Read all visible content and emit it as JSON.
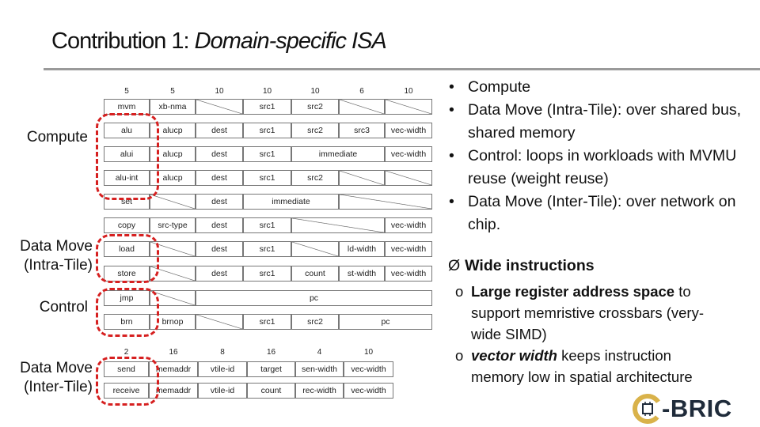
{
  "slide": {
    "title_prefix": "Contribution 1: ",
    "title_italic": "Domain-specific ISA"
  },
  "labels": {
    "compute": "Compute",
    "data_move_intra_line1": "Data Move",
    "data_move_intra_line2": "(Intra-Tile)",
    "control": "Control",
    "data_move_inter_line1": "Data Move",
    "data_move_inter_line2": "(Inter-Tile)"
  },
  "isa_table": {
    "top_widths": [
      "5",
      "5",
      "10",
      "10",
      "10",
      "6",
      "10"
    ],
    "rows": [
      [
        "mvm",
        "xb-nma",
        "",
        "src1",
        "src2",
        "",
        ""
      ],
      [
        "alu",
        "alucp",
        "dest",
        "src1",
        "src2",
        "src3",
        "vec-width"
      ],
      [
        "alui",
        "alucp",
        "dest",
        "src1",
        "immediate",
        "vec-width"
      ],
      [
        "alu-int",
        "alucp",
        "dest",
        "src1",
        "src2",
        "",
        ""
      ],
      [
        "set",
        "",
        "dest",
        "immediate",
        ""
      ],
      [
        "copy",
        "src-type",
        "dest",
        "src1",
        "",
        "vec-width"
      ],
      [
        "load",
        "",
        "dest",
        "src1",
        "",
        "ld-width",
        "vec-width"
      ],
      [
        "store",
        "",
        "dest",
        "src1",
        "count",
        "st-width",
        "vec-width"
      ],
      [
        "jmp",
        "",
        "pc"
      ],
      [
        "brn",
        "brnop",
        "",
        "src1",
        "src2",
        "pc"
      ]
    ],
    "bottom_widths": [
      "2",
      "16",
      "8",
      "16",
      "4",
      "10"
    ],
    "bottom_rows": [
      [
        "send",
        "memaddr",
        "vtile-id",
        "target",
        "sen-width",
        "vec-width"
      ],
      [
        "receive",
        "memaddr",
        "vtile-id",
        "count",
        "rec-width",
        "vec-width"
      ]
    ]
  },
  "bullets": [
    {
      "dot": "•",
      "text": "Compute"
    },
    {
      "dot": "•",
      "text": "Data Move (Intra-Tile): over shared bus, shared memory"
    },
    {
      "dot": "•",
      "text": "Control: loops in workloads with MVMU reuse (weight reuse)"
    },
    {
      "dot": "•",
      "text": "Data Move (Inter-Tile): over network on chip."
    }
  ],
  "wide": {
    "arrow": "Ø",
    "title": "Wide instructions",
    "items": [
      {
        "marker": "o",
        "strong": "Large register address space",
        "rest": " to support memristive crossbars (very-wide SIMD)"
      },
      {
        "marker": "o",
        "strong": "vector width",
        "rest": " keeps instruction memory low in spatial architecture"
      }
    ]
  },
  "logo": {
    "text": "-BRIC",
    "icon": "chip-c-logo-icon",
    "colors": {
      "ring": "#d9b24a",
      "text": "#1f2b3a"
    }
  },
  "colors": {
    "accent_ring": "#d62020",
    "rule": "#9a9a9a"
  }
}
